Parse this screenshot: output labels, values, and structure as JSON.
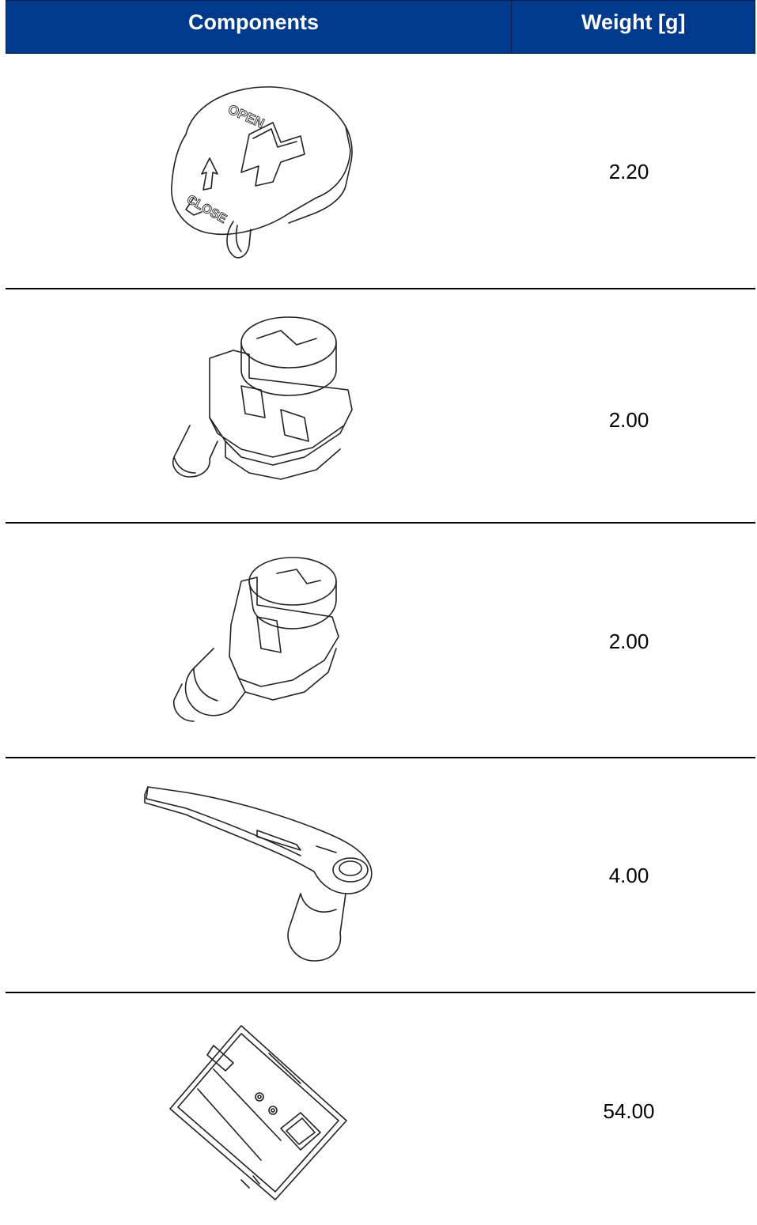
{
  "table": {
    "headers": [
      "Components",
      "Weight [g]"
    ],
    "rows": [
      {
        "component_icon": "rotary-cap-icon",
        "weight": "2.20"
      },
      {
        "component_icon": "plug-knob-icon",
        "weight": "2.00"
      },
      {
        "component_icon": "plug-knob-small-icon",
        "weight": "2.00"
      },
      {
        "component_icon": "lever-handle-icon",
        "weight": "4.00"
      },
      {
        "component_icon": "housing-block-icon",
        "weight": "54.00"
      }
    ],
    "cap_text": {
      "open": "OPEN",
      "close": "CLOSE"
    }
  },
  "colors": {
    "header_bg": "#003a8c",
    "header_text": "#ffffff"
  }
}
